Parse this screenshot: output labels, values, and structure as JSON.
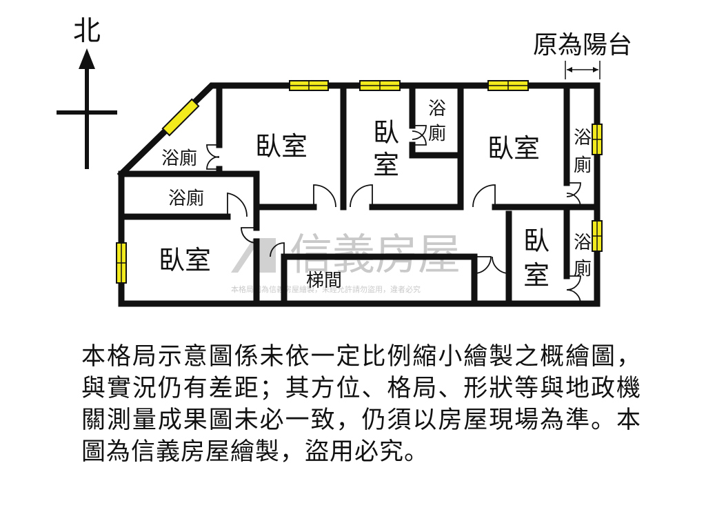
{
  "compass": {
    "north_label": "北"
  },
  "balcony_note": "原為陽台",
  "rooms": {
    "bedroom_top_left": "臥室",
    "bedroom_center_line1": "臥",
    "bedroom_center_line2": "室",
    "bedroom_top_right": "臥室",
    "bedroom_left": "臥室",
    "bedroom_bottom_right_line1": "臥",
    "bedroom_bottom_right_line2": "室",
    "bath_diagonal": "浴廁",
    "bath_left": "浴廁",
    "bath_center_line1": "浴",
    "bath_center_line2": "廁",
    "bath_right_top_line1": "浴",
    "bath_right_top_line2": "廁",
    "bath_right_bottom_line1": "浴",
    "bath_right_bottom_line2": "廁",
    "stairwell": "梯間"
  },
  "watermark": {
    "brand": "信義房屋",
    "small_text": "本格局圖為信義房屋繪製，未經允許請勿盜用，違者必究"
  },
  "notice_text": "本格局示意圖係未依一定比例縮小繪製之概繪圖，與實況仍有差距；其方位、格局、形狀等與地政機關測量成果圖未必一致，仍須以房屋現場為準。本圖為信義房屋繪製，盜用必究。",
  "colors": {
    "wall": "#111111",
    "window": "#f2ea1c",
    "watermark": "#b8b8b8"
  }
}
